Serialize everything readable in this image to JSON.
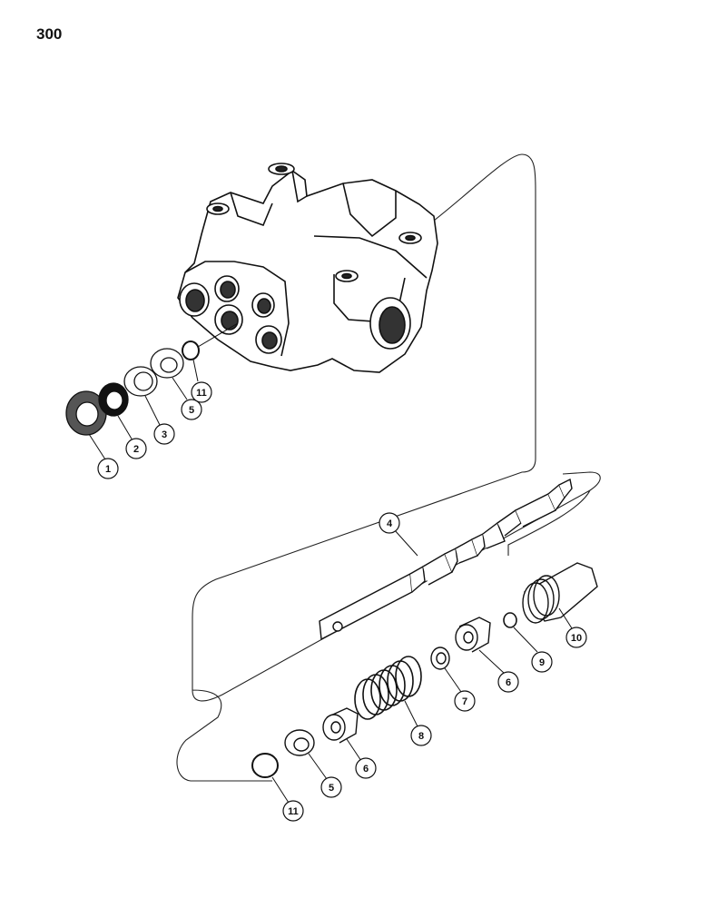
{
  "page": {
    "number": "300"
  },
  "callouts": [
    {
      "id": "c1",
      "label": "1"
    },
    {
      "id": "c2",
      "label": "2"
    },
    {
      "id": "c3",
      "label": "3"
    },
    {
      "id": "c5a",
      "label": "5"
    },
    {
      "id": "c11a",
      "label": "11"
    },
    {
      "id": "c4",
      "label": "4"
    },
    {
      "id": "c10",
      "label": "10"
    },
    {
      "id": "c9",
      "label": "9"
    },
    {
      "id": "c6a",
      "label": "6"
    },
    {
      "id": "c7",
      "label": "7"
    },
    {
      "id": "c8",
      "label": "8"
    },
    {
      "id": "c6b",
      "label": "6"
    },
    {
      "id": "c5b",
      "label": "5"
    },
    {
      "id": "c11b",
      "label": "11"
    }
  ]
}
